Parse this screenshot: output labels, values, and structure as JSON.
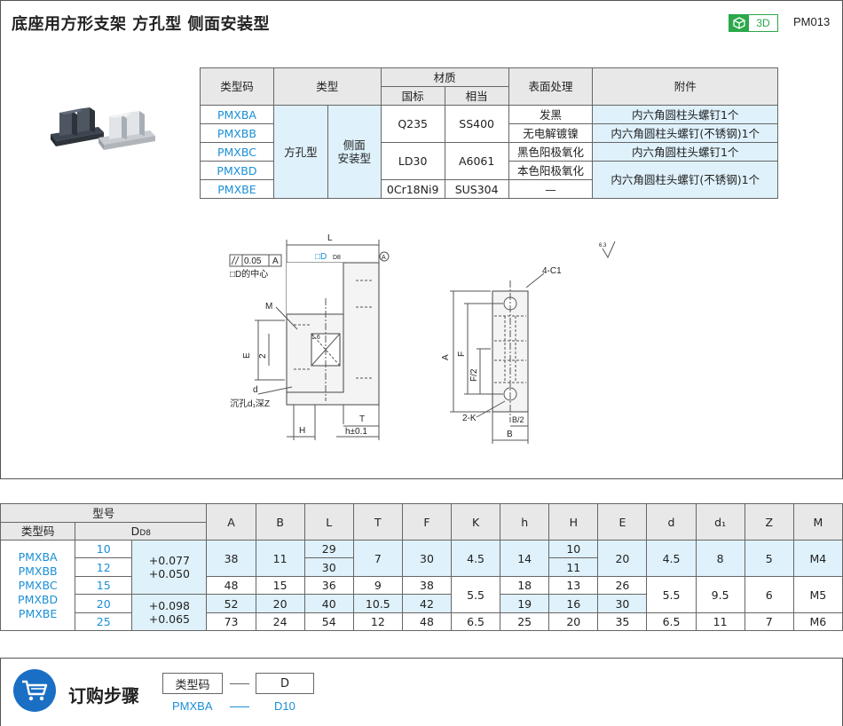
{
  "header": {
    "title": "底座用方形支架  方孔型  侧面安装型",
    "badge_3d": "3D",
    "code": "PM013"
  },
  "spec_table": {
    "headers": {
      "type_code": "类型码",
      "type": "类型",
      "material": "材质",
      "standard": "国标",
      "equivalent": "相当",
      "surface": "表面处理",
      "accessory": "附件"
    },
    "type_value": "方孔型",
    "mount_value": "侧面\n安装型",
    "rows": [
      {
        "code": "PMXBA",
        "surface": "发黑",
        "accessory": "内六角圆柱头螺钉1个"
      },
      {
        "code": "PMXBB",
        "surface": "无电解镀镍",
        "accessory": "内六角圆柱头螺钉(不锈钢)1个"
      },
      {
        "code": "PMXBC",
        "surface": "黑色阳极氧化",
        "accessory": "内六角圆柱头螺钉1个"
      },
      {
        "code": "PMXBD",
        "surface": "本色阳极氧化",
        "accessory": "内六角圆柱头螺钉(不锈钢)1个"
      },
      {
        "code": "PMXBE",
        "surface": "—"
      }
    ],
    "materials": [
      {
        "std": "Q235",
        "eq": "SS400"
      },
      {
        "std": "LD30",
        "eq": "A6061"
      },
      {
        "std": "0Cr18Ni9",
        "eq": "SUS304"
      }
    ]
  },
  "drawing": {
    "L": "L",
    "tol": "0.05",
    "datumA": "A",
    "box_D": "□D",
    "D8": "D8",
    "center_note": "□D的中心",
    "M": "M",
    "E": "E",
    "two": "2",
    "d": "d",
    "counterbore": "沉孔d₁深Z",
    "H": "H",
    "h_tol": "h±0.1",
    "T": "T",
    "F": "F",
    "A": "A",
    "F2": "F/2",
    "chamfer": "4-C1",
    "K": "2-K",
    "B": "B",
    "B2": "B/2",
    "rough": "6.3",
    "r16": "1.6"
  },
  "dim_table": {
    "model_header": "型号",
    "headers": [
      "A",
      "B",
      "L",
      "T",
      "F",
      "K",
      "h",
      "H",
      "E",
      "d",
      "d₁",
      "Z",
      "M"
    ],
    "sub_type": "类型码",
    "sub_D": "D",
    "sub_D8": "D8",
    "codes": [
      "PMXBA",
      "PMXBB",
      "PMXBC",
      "PMXBD",
      "PMXBE"
    ],
    "D_values": [
      "10",
      "12",
      "15",
      "20",
      "25"
    ],
    "tol1": [
      "+0.077",
      "+0.050"
    ],
    "tol2": [
      "+0.098",
      "+0.065"
    ],
    "A": [
      "38",
      "48",
      "52",
      "73"
    ],
    "B": [
      "11",
      "15",
      "20",
      "24"
    ],
    "L": [
      "29",
      "30",
      "36",
      "40",
      "54"
    ],
    "T": [
      "7",
      "9",
      "10.5",
      "12"
    ],
    "F": [
      "30",
      "38",
      "42",
      "48"
    ],
    "K": [
      "4.5",
      "5.5",
      "6.5"
    ],
    "h": [
      "14",
      "18",
      "19",
      "25"
    ],
    "H": [
      "10",
      "11",
      "13",
      "16",
      "20"
    ],
    "E": [
      "20",
      "26",
      "30",
      "35"
    ],
    "d": [
      "4.5",
      "5.5",
      "6.5"
    ],
    "d1": [
      "8",
      "9.5",
      "11"
    ],
    "Z": [
      "5",
      "6",
      "7"
    ],
    "M": [
      "M4",
      "M5",
      "M6"
    ]
  },
  "order": {
    "title": "订购步骤",
    "box1": "类型码",
    "box2": "D",
    "ex1": "PMXBA",
    "ex2": "D10"
  },
  "colors": {
    "accent_blue": "#1a8fd6",
    "light_blue": "#dff1fb",
    "green_3d": "#2aa84a",
    "cart_blue": "#1a6fc4"
  }
}
